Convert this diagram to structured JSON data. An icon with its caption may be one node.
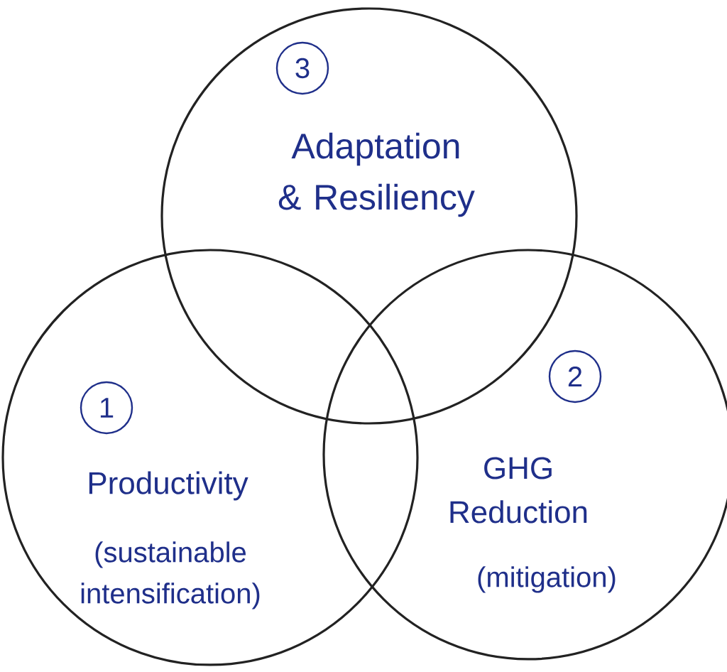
{
  "diagram": {
    "nodes": [
      {
        "text": [
          "Adaptation & Resiliency"
        ]
      },
      {
        "text": [
          "3"
        ],
        "in": 0
      },
      {
        "text": [
          "Productivity",
          "(sustainable intensification)"
        ]
      },
      {
        "text": [
          "1"
        ],
        "in": 2
      },
      {
        "text": [
          "GHG Reduction",
          "(mitigation)"
        ]
      },
      {
        "text": [
          "2"
        ],
        "in": 4
      }
    ]
  }
}
